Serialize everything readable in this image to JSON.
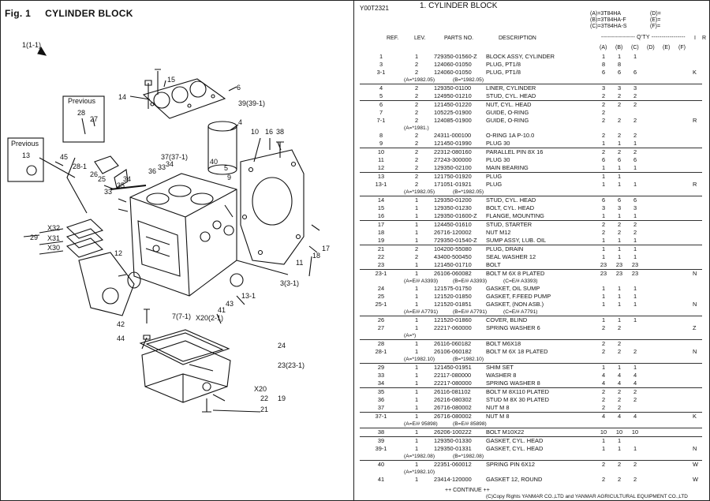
{
  "figure": {
    "label": "Fig. 1",
    "title": "CYLINDER BLOCK"
  },
  "drawing": {
    "ref_top": "1(1-1)",
    "previous_labels": [
      "Previous",
      "Previous"
    ],
    "callouts": [
      "15",
      "14",
      "6",
      "39(39-1)",
      "4",
      "10",
      "16",
      "38",
      "28",
      "27",
      "13",
      "45",
      "28-1",
      "26",
      "25",
      "33",
      "35",
      "34",
      "36",
      "33",
      "34",
      "37(37-1)",
      "40",
      "5",
      "9",
      "X32",
      "29",
      "X31",
      "X30",
      "12",
      "11",
      "18",
      "17",
      "3(3-1)",
      "13-1",
      "43",
      "41",
      "X20(2-1)",
      "7(7-1)",
      "42",
      "44",
      "24",
      "23(23-1)",
      "X20",
      "19",
      "22",
      "21"
    ]
  },
  "page": {
    "code": "Y00T2321",
    "title": "1.  CYLINDER BLOCK"
  },
  "variants": {
    "left": [
      "(A)=3T84HA",
      "(B)=3T84HA-F",
      "(C)=3T84HA-S"
    ],
    "right": [
      "(D)=",
      "(E)=",
      "(F)="
    ]
  },
  "headers": {
    "ref": "REF.",
    "lev": "LEV.",
    "parts": "PARTS NO.",
    "desc": "DESCRIPTION",
    "qty": "----------------- Q'TY -----------------",
    "i": "I",
    "r": "R",
    "letters": [
      "(A)",
      "(B)",
      "(C)",
      "(D)",
      "(E)",
      "(F)"
    ]
  },
  "rows": [
    {
      "t": "row",
      "ref": "1",
      "lev": "1",
      "pno": "729350-01560-Z",
      "desc": "BLOCK ASSY, CYLINDER",
      "a": "1",
      "b": "1",
      "c": "1",
      "ir": ""
    },
    {
      "t": "row",
      "ref": "3",
      "lev": "2",
      "pno": "124060-01050",
      "desc": "PLUG, PT1/8",
      "a": "8",
      "b": "8",
      "c": "",
      "ir": ""
    },
    {
      "t": "row",
      "ref": "3-1",
      "lev": "2",
      "pno": "124060-01050",
      "desc": "PLUG, PT1/8",
      "a": "6",
      "b": "6",
      "c": "6",
      "ir": "K"
    },
    {
      "t": "note",
      "n1": "(A=*1982.05)",
      "n2": "(B=*1982.05)",
      "n3": ""
    },
    {
      "t": "sep"
    },
    {
      "t": "row",
      "ref": "4",
      "lev": "2",
      "pno": "129350-01100",
      "desc": "LINER, CYLINDER",
      "a": "3",
      "b": "3",
      "c": "3",
      "ir": ""
    },
    {
      "t": "row",
      "ref": "5",
      "lev": "2",
      "pno": "124950-01210",
      "desc": "STUD, CYL. HEAD",
      "a": "2",
      "b": "2",
      "c": "2",
      "ir": ""
    },
    {
      "t": "sep"
    },
    {
      "t": "row",
      "ref": "6",
      "lev": "2",
      "pno": "121450-01220",
      "desc": "NUT, CYL. HEAD",
      "a": "2",
      "b": "2",
      "c": "2",
      "ir": ""
    },
    {
      "t": "row",
      "ref": "7",
      "lev": "2",
      "pno": "105225-01900",
      "desc": "GUIDE, O-RING",
      "a": "2",
      "b": "",
      "c": "",
      "ir": ""
    },
    {
      "t": "row",
      "ref": "7-1",
      "lev": "2",
      "pno": "124085-01900",
      "desc": "GUIDE, O-RING",
      "a": "2",
      "b": "2",
      "c": "2",
      "ir": "R"
    },
    {
      "t": "note",
      "n1": "(A=*1981.)",
      "n2": "",
      "n3": ""
    },
    {
      "t": "row",
      "ref": "8",
      "lev": "2",
      "pno": "24311-000100",
      "desc": "O-RING 1A P-10.0",
      "a": "2",
      "b": "2",
      "c": "2",
      "ir": ""
    },
    {
      "t": "row",
      "ref": "9",
      "lev": "2",
      "pno": "121450-01990",
      "desc": "PLUG 30",
      "a": "1",
      "b": "1",
      "c": "1",
      "ir": ""
    },
    {
      "t": "sep"
    },
    {
      "t": "row",
      "ref": "10",
      "lev": "2",
      "pno": "22312-080160",
      "desc": "PARALLEL PIN 8X 16",
      "a": "2",
      "b": "2",
      "c": "2",
      "ir": ""
    },
    {
      "t": "row",
      "ref": "11",
      "lev": "2",
      "pno": "27243-300000",
      "desc": "PLUG 30",
      "a": "6",
      "b": "6",
      "c": "6",
      "ir": ""
    },
    {
      "t": "row",
      "ref": "12",
      "lev": "2",
      "pno": "129350-02100",
      "desc": "MAIN BEARING",
      "a": "1",
      "b": "1",
      "c": "1",
      "ir": ""
    },
    {
      "t": "sep"
    },
    {
      "t": "row",
      "ref": "13",
      "lev": "2",
      "pno": "121750-01920",
      "desc": "PLUG",
      "a": "1",
      "b": "1",
      "c": "",
      "ir": ""
    },
    {
      "t": "row",
      "ref": "13-1",
      "lev": "2",
      "pno": "171051-01921",
      "desc": "PLUG",
      "a": "1",
      "b": "1",
      "c": "1",
      "ir": "R"
    },
    {
      "t": "note",
      "n1": "(A=*1982.05)",
      "n2": "(B=*1982.05)",
      "n3": ""
    },
    {
      "t": "sep"
    },
    {
      "t": "row",
      "ref": "14",
      "lev": "1",
      "pno": "129350-01200",
      "desc": "STUD, CYL. HEAD",
      "a": "6",
      "b": "6",
      "c": "6",
      "ir": ""
    },
    {
      "t": "row",
      "ref": "15",
      "lev": "1",
      "pno": "129350-01230",
      "desc": "BOLT, CYL. HEAD",
      "a": "3",
      "b": "3",
      "c": "3",
      "ir": ""
    },
    {
      "t": "row",
      "ref": "16",
      "lev": "1",
      "pno": "129350-01600-Z",
      "desc": "FLANGE, MOUNTING",
      "a": "1",
      "b": "1",
      "c": "1",
      "ir": ""
    },
    {
      "t": "sep"
    },
    {
      "t": "row",
      "ref": "17",
      "lev": "1",
      "pno": "124450-01610",
      "desc": "STUD, STARTER",
      "a": "2",
      "b": "2",
      "c": "2",
      "ir": ""
    },
    {
      "t": "row",
      "ref": "18",
      "lev": "1",
      "pno": "26716-120002",
      "desc": "NUT M12",
      "a": "2",
      "b": "2",
      "c": "2",
      "ir": ""
    },
    {
      "t": "row",
      "ref": "19",
      "lev": "1",
      "pno": "729350-01540-Z",
      "desc": "SUMP ASSY, LUB. OIL",
      "a": "1",
      "b": "1",
      "c": "1",
      "ir": ""
    },
    {
      "t": "sep"
    },
    {
      "t": "row",
      "ref": "21",
      "lev": "2",
      "pno": "104200-55080",
      "desc": "PLUG, DRAIN",
      "a": "1",
      "b": "1",
      "c": "1",
      "ir": ""
    },
    {
      "t": "row",
      "ref": "22",
      "lev": "2",
      "pno": "43400-500450",
      "desc": "SEAL WASHER 12",
      "a": "1",
      "b": "1",
      "c": "1",
      "ir": ""
    },
    {
      "t": "row",
      "ref": "23",
      "lev": "1",
      "pno": "121450-01710",
      "desc": "BOLT",
      "a": "23",
      "b": "23",
      "c": "23",
      "ir": ""
    },
    {
      "t": "sep"
    },
    {
      "t": "row",
      "ref": "23-1",
      "lev": "1",
      "pno": "26106-060082",
      "desc": "BOLT M 6X  8 PLATED",
      "a": "23",
      "b": "23",
      "c": "23",
      "ir": "N"
    },
    {
      "t": "note",
      "n1": "(A=E/# A3393)",
      "n2": "(B=E/# A3393)",
      "n3": "(C=E/# A3393)"
    },
    {
      "t": "row",
      "ref": "24",
      "lev": "1",
      "pno": "121575-01750",
      "desc": "GASKET, OIL SUMP",
      "a": "1",
      "b": "1",
      "c": "1",
      "ir": ""
    },
    {
      "t": "row",
      "ref": "25",
      "lev": "1",
      "pno": "121520-01850",
      "desc": "GASKET, F.FEED PUMP",
      "a": "1",
      "b": "1",
      "c": "1",
      "ir": ""
    },
    {
      "t": "row",
      "ref": "25-1",
      "lev": "1",
      "pno": "121520-01851",
      "desc": "GASKET, (NON ASB.)",
      "a": "1",
      "b": "1",
      "c": "1",
      "ir": "N"
    },
    {
      "t": "note",
      "n1": "(A=E/# A7791)",
      "n2": "(B=E/# A7791)",
      "n3": "(C=E/# A7791)"
    },
    {
      "t": "sep"
    },
    {
      "t": "row",
      "ref": "26",
      "lev": "1",
      "pno": "121520-01860",
      "desc": "COVER, BLIND",
      "a": "1",
      "b": "1",
      "c": "1",
      "ir": ""
    },
    {
      "t": "row",
      "ref": "27",
      "lev": "1",
      "pno": "22217-060000",
      "desc": "SPRING WASHER  6",
      "a": "2",
      "b": "2",
      "c": "",
      "ir": "Z"
    },
    {
      "t": "note",
      "n1": "(A=*)",
      "n2": "",
      "n3": ""
    },
    {
      "t": "sep"
    },
    {
      "t": "row",
      "ref": "28",
      "lev": "1",
      "pno": "26116-060182",
      "desc": "BOLT M6X18",
      "a": "2",
      "b": "2",
      "c": "",
      "ir": ""
    },
    {
      "t": "row",
      "ref": "28-1",
      "lev": "1",
      "pno": "26106-060182",
      "desc": "BOLT M 6X 18 PLATED",
      "a": "2",
      "b": "2",
      "c": "2",
      "ir": "N"
    },
    {
      "t": "note",
      "n1": "(A=*1982.10)",
      "n2": "(B=*1982.10)",
      "n3": ""
    },
    {
      "t": "sep"
    },
    {
      "t": "row",
      "ref": "29",
      "lev": "1",
      "pno": "121450-01951",
      "desc": "SHIM SET",
      "a": "1",
      "b": "1",
      "c": "1",
      "ir": ""
    },
    {
      "t": "row",
      "ref": "33",
      "lev": "1",
      "pno": "22117-080000",
      "desc": "WASHER  8",
      "a": "4",
      "b": "4",
      "c": "4",
      "ir": ""
    },
    {
      "t": "row",
      "ref": "34",
      "lev": "1",
      "pno": "22217-080000",
      "desc": "SPRING WASHER  8",
      "a": "4",
      "b": "4",
      "c": "4",
      "ir": ""
    },
    {
      "t": "sep"
    },
    {
      "t": "row",
      "ref": "35",
      "lev": "1",
      "pno": "26116-081102",
      "desc": "BOLT M 8X110 PLATED",
      "a": "2",
      "b": "2",
      "c": "2",
      "ir": ""
    },
    {
      "t": "row",
      "ref": "36",
      "lev": "1",
      "pno": "26216-080302",
      "desc": "STUD M 8X 30 PLATED",
      "a": "2",
      "b": "2",
      "c": "2",
      "ir": ""
    },
    {
      "t": "row",
      "ref": "37",
      "lev": "1",
      "pno": "26716-080002",
      "desc": "NUT M 8",
      "a": "2",
      "b": "2",
      "c": "",
      "ir": ""
    },
    {
      "t": "sep"
    },
    {
      "t": "row",
      "ref": "37-1",
      "lev": "1",
      "pno": "26716-080002",
      "desc": "NUT M 8",
      "a": "4",
      "b": "4",
      "c": "4",
      "ir": "K"
    },
    {
      "t": "note",
      "n1": "(A=E/# 95898)",
      "n2": "(B=E/# 85898)",
      "n3": ""
    },
    {
      "t": "sep"
    },
    {
      "t": "row",
      "ref": "38",
      "lev": "1",
      "pno": "26206-100222",
      "desc": "BOLT M10X22",
      "a": "10",
      "b": "10",
      "c": "10",
      "ir": ""
    },
    {
      "t": "sep"
    },
    {
      "t": "row",
      "ref": "39",
      "lev": "1",
      "pno": "129350-01330",
      "desc": "GASKET, CYL. HEAD",
      "a": "1",
      "b": "1",
      "c": "",
      "ir": ""
    },
    {
      "t": "row",
      "ref": "39-1",
      "lev": "1",
      "pno": "129350-01331",
      "desc": "GASKET, CYL. HEAD",
      "a": "1",
      "b": "1",
      "c": "1",
      "ir": "N"
    },
    {
      "t": "note",
      "n1": "(A=*1982.08)",
      "n2": "(B=*1982.08)",
      "n3": ""
    },
    {
      "t": "sep"
    },
    {
      "t": "row",
      "ref": "40",
      "lev": "1",
      "pno": "22351-060012",
      "desc": "SPRING PIN 6X12",
      "a": "2",
      "b": "2",
      "c": "2",
      "ir": "W"
    },
    {
      "t": "note",
      "n1": "(A=*1982.10)",
      "n2": "",
      "n3": ""
    },
    {
      "t": "row",
      "ref": "41",
      "lev": "1",
      "pno": "23414-120000",
      "desc": "GASKET 12, ROUND",
      "a": "2",
      "b": "2",
      "c": "2",
      "ir": "W"
    }
  ],
  "footer": {
    "continue": "++ CONTINUE ++",
    "copyright": "(C)Copy Rights  YANMAR CO.,LTD and YANMAR AGRICULTURAL EQUIPMENT CO.,LTD"
  }
}
